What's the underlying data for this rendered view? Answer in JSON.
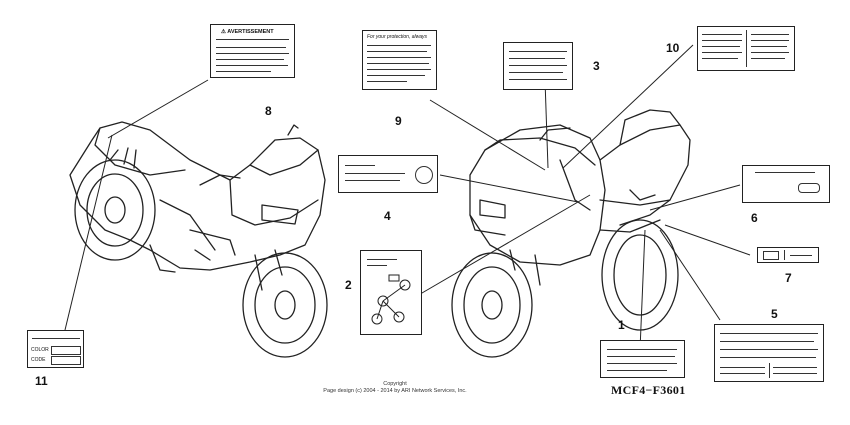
{
  "callouts": {
    "c1": "1",
    "c2": "2",
    "c3": "3",
    "c4": "4",
    "c5": "5",
    "c6": "6",
    "c7": "7",
    "c8": "8",
    "c9": "9",
    "c10": "10",
    "c11": "11"
  },
  "labels": {
    "avertissement": "⚠ AVERTISSEMENT",
    "protection": "For your protection, always",
    "color": "COLOR",
    "code": "CODE"
  },
  "footer": {
    "copyright_line1": "Copyright",
    "copyright_line2": "Page design (c) 2004 - 2014 by ARI Network Services, Inc.",
    "part_code": "MCF4−F3601"
  }
}
